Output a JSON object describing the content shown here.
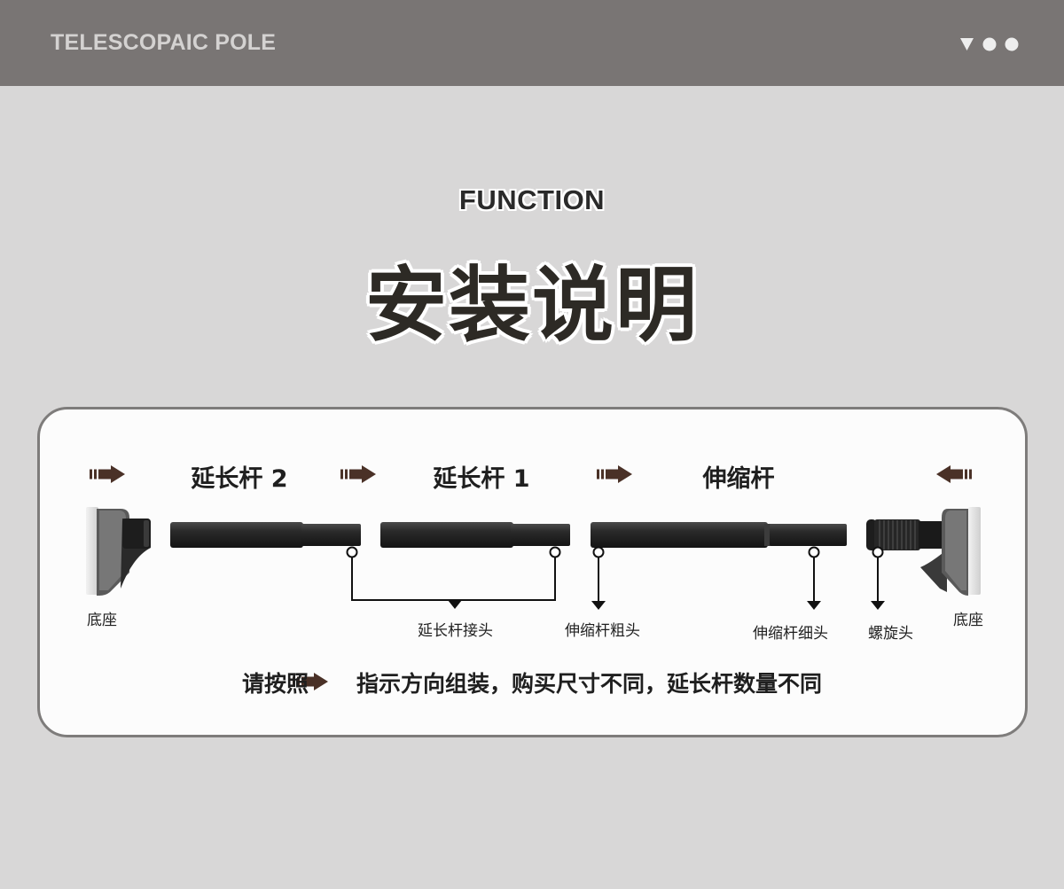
{
  "header": {
    "title": "TELESCOPAIC POLE"
  },
  "hero": {
    "eyebrow": "FUNCTION",
    "title": "安装说明"
  },
  "diagram": {
    "segments": [
      {
        "label": "延长杆 2"
      },
      {
        "label": "延长杆 1"
      },
      {
        "label": "伸缩杆"
      }
    ],
    "parts": {
      "base_left": "底座",
      "extension_joint": "延长杆接头",
      "thick_end": "伸缩杆粗头",
      "thin_end": "伸缩杆细头",
      "screw_head": "螺旋头",
      "base_right": "底座"
    },
    "instruction": {
      "prefix": "请按照",
      "text": "指示方向组装，购买尺寸不同，延长杆数量不同"
    }
  },
  "colors": {
    "header_bg": "#797574",
    "page_bg": "#d8d7d7",
    "arrow": "#4a3127",
    "pole": "#2b2b2b"
  },
  "icons": [
    "triangle-icon",
    "dot-icon",
    "dot-icon",
    "arrow-right-icon",
    "arrow-left-icon"
  ]
}
